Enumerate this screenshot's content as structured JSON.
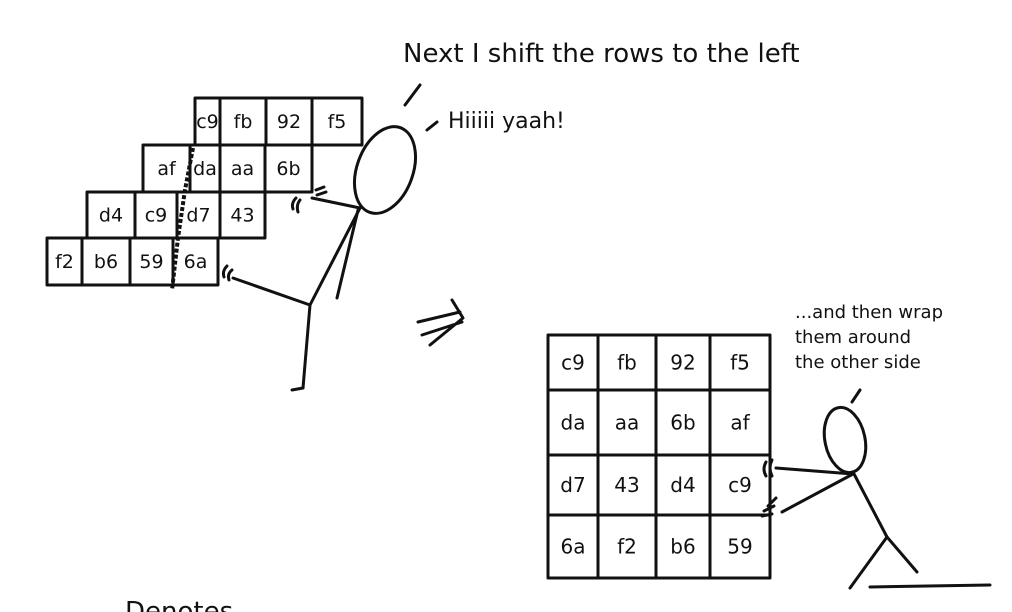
{
  "captions": {
    "top": "Next I shift the rows to the left",
    "shout": "Hiiiii yaah!",
    "wrap": [
      "...and then wrap",
      "them around",
      "the other side"
    ],
    "bottom_cut": "Denotes"
  },
  "before_grid": [
    [
      "c9",
      "fb",
      "92",
      "f5"
    ],
    [
      "af",
      "da",
      "aa",
      "6b"
    ],
    [
      "d4",
      "c9",
      "d7",
      "43"
    ],
    [
      "f2",
      "b6",
      "59",
      "6a"
    ]
  ],
  "after_grid": [
    [
      "c9",
      "fb",
      "92",
      "f5"
    ],
    [
      "da",
      "aa",
      "6b",
      "af"
    ],
    [
      "d7",
      "43",
      "d4",
      "c9"
    ],
    [
      "6a",
      "f2",
      "b6",
      "59"
    ]
  ]
}
